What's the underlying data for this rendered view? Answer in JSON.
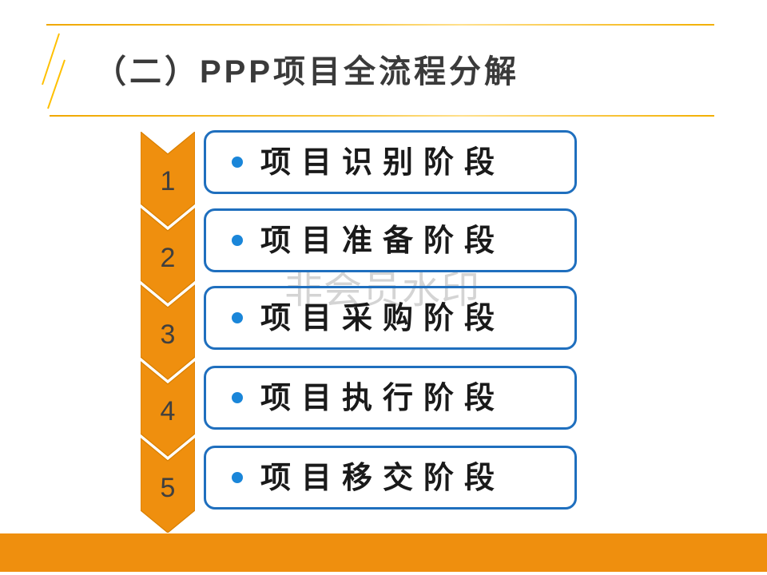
{
  "slide": {
    "title": "（二）PPP项目全流程分解",
    "watermark": "非会员水印"
  },
  "process": {
    "steps": [
      {
        "number": "1",
        "label": "项目识别阶段"
      },
      {
        "number": "2",
        "label": "项目准备阶段"
      },
      {
        "number": "3",
        "label": "项目采购阶段"
      },
      {
        "number": "4",
        "label": "项目执行阶段"
      },
      {
        "number": "5",
        "label": "项目移交阶段"
      }
    ]
  },
  "colors": {
    "orange": "#EF8F0E",
    "orange_edge": "#D87F00",
    "box_border_blue": "#1F6FBE",
    "bullet_blue": "#1A86D9",
    "gold_line": "#FFC000",
    "title_text": "#3A3A3A",
    "step_number_text": "#3F3F3F",
    "box_text": "#1A1A1A",
    "watermark_gray": "#D4D4D4"
  }
}
